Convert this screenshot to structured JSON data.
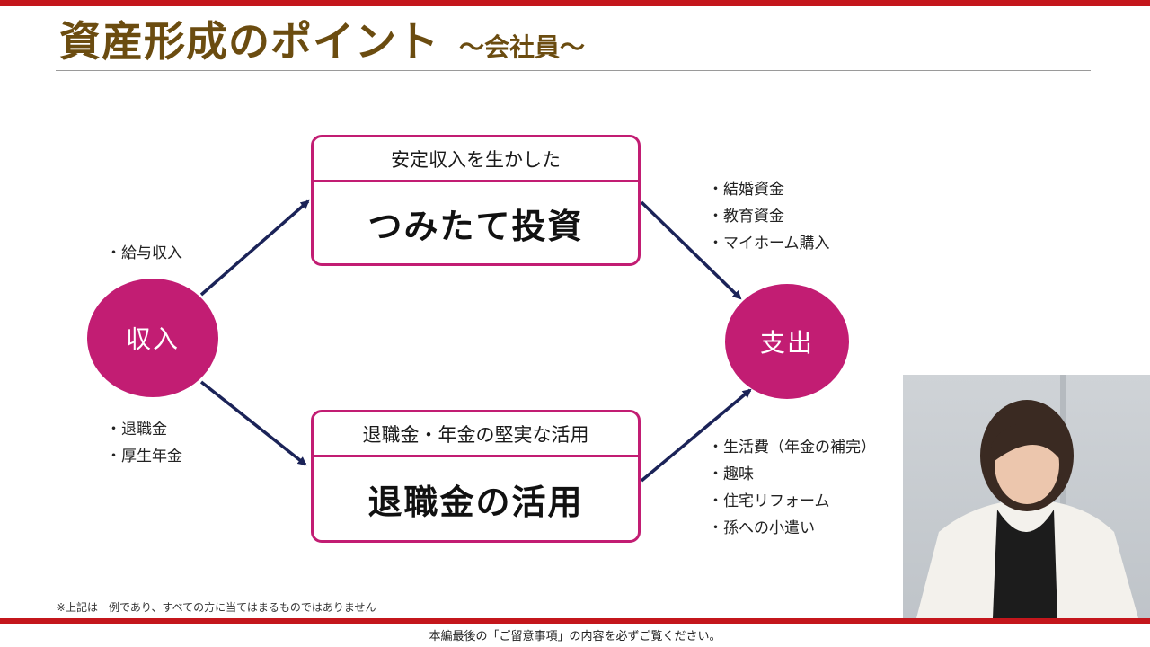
{
  "header": {
    "title": "資産形成のポイント",
    "subtitle": "～会社員～"
  },
  "diagram": {
    "income": {
      "label": "収入"
    },
    "expense": {
      "label": "支出"
    },
    "top_box": {
      "heading": "安定収入を生かした",
      "main": "つみたて投資"
    },
    "bottom_box": {
      "heading": "退職金・年金の堅実な活用",
      "main": "退職金の活用"
    },
    "income_top_items": [
      "給与収入"
    ],
    "income_bottom_items": [
      "退職金",
      "厚生年金"
    ],
    "expense_top_items": [
      "結婚資金",
      "教育資金",
      "マイホーム購入"
    ],
    "expense_bottom_items": [
      "生活費（年金の補完）",
      "趣味",
      "住宅リフォーム",
      "孫への小遣い"
    ]
  },
  "note": "※上記は一例であり、すべての方に当てはまるものではありません",
  "footer": "本編最後の「ご留意事項」の内容を必ずご覧ください。",
  "colors": {
    "accent_red": "#c4161c",
    "magenta": "#c21d73",
    "title_brown": "#6b4c10",
    "arrow_navy": "#1b2358"
  }
}
